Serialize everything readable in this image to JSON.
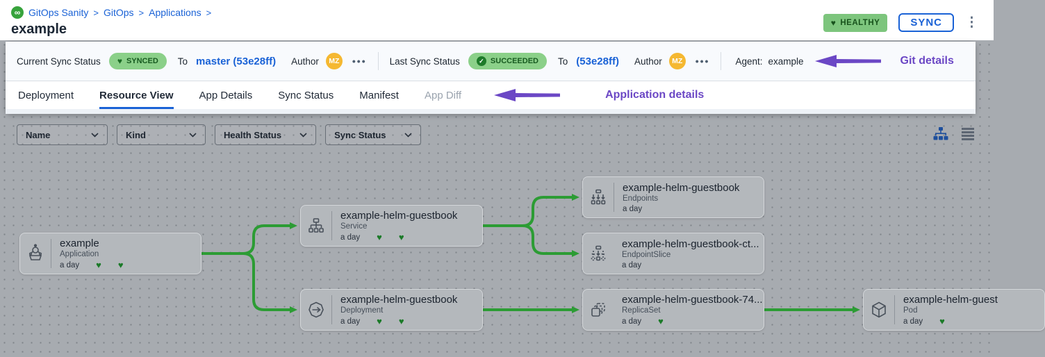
{
  "breadcrumb": {
    "items": [
      "GitOps Sanity",
      "GitOps",
      "Applications"
    ],
    "separator": ">"
  },
  "page_title": "example",
  "header": {
    "health_badge": "HEALTHY",
    "sync_button": "SYNC"
  },
  "status_bar": {
    "current": {
      "label": "Current Sync Status",
      "badge": "SYNCED",
      "to_label": "To",
      "commit": "master (53e28ff)",
      "author_label": "Author",
      "author_initials": "MZ"
    },
    "last": {
      "label": "Last Sync Status",
      "badge": "SUCCEEDED",
      "to_label": "To",
      "commit": "(53e28ff)",
      "author_label": "Author",
      "author_initials": "MZ"
    },
    "agent_label": "Agent:",
    "agent_value": "example",
    "annotation": "Git details"
  },
  "tabs": {
    "items": [
      "Deployment",
      "Resource View",
      "App Details",
      "Sync Status",
      "Manifest",
      "App Diff"
    ],
    "active": "Resource View",
    "annotation": "Application details"
  },
  "filters": {
    "dropdowns": [
      "Name",
      "Kind",
      "Health Status",
      "Sync Status"
    ]
  },
  "nodes": [
    {
      "title": "example",
      "kind": "Application",
      "age": "a day",
      "health_hearts": 2
    },
    {
      "title": "example-helm-guestbook",
      "kind": "Service",
      "age": "a day",
      "health_hearts": 2
    },
    {
      "title": "example-helm-guestbook",
      "kind": "Deployment",
      "age": "a day",
      "health_hearts": 2
    },
    {
      "title": "example-helm-guestbook",
      "kind": "Endpoints",
      "age": "a day",
      "health_hearts": 0
    },
    {
      "title": "example-helm-guestbook-ct...",
      "kind": "EndpointSlice",
      "age": "a day",
      "health_hearts": 0
    },
    {
      "title": "example-helm-guestbook-74...",
      "kind": "ReplicaSet",
      "age": "a day",
      "health_hearts": 1
    },
    {
      "title": "example-helm-guest",
      "kind": "Pod",
      "age": "a day",
      "health_hearts": 1
    }
  ],
  "icons": {
    "heart": "♥",
    "check": "✓",
    "infinity": "∞",
    "ellipsis": "•••",
    "kebab": "⋮"
  },
  "colors": {
    "accent_blue": "#1a62d6",
    "annotation_purple": "#6b47c5",
    "edge_green": "#2c9c34",
    "badge_green": "#8bd089",
    "healthy_green": "#7dc57d",
    "avatar_orange": "#f5b831",
    "canvas_gray": "#a7abb0"
  }
}
